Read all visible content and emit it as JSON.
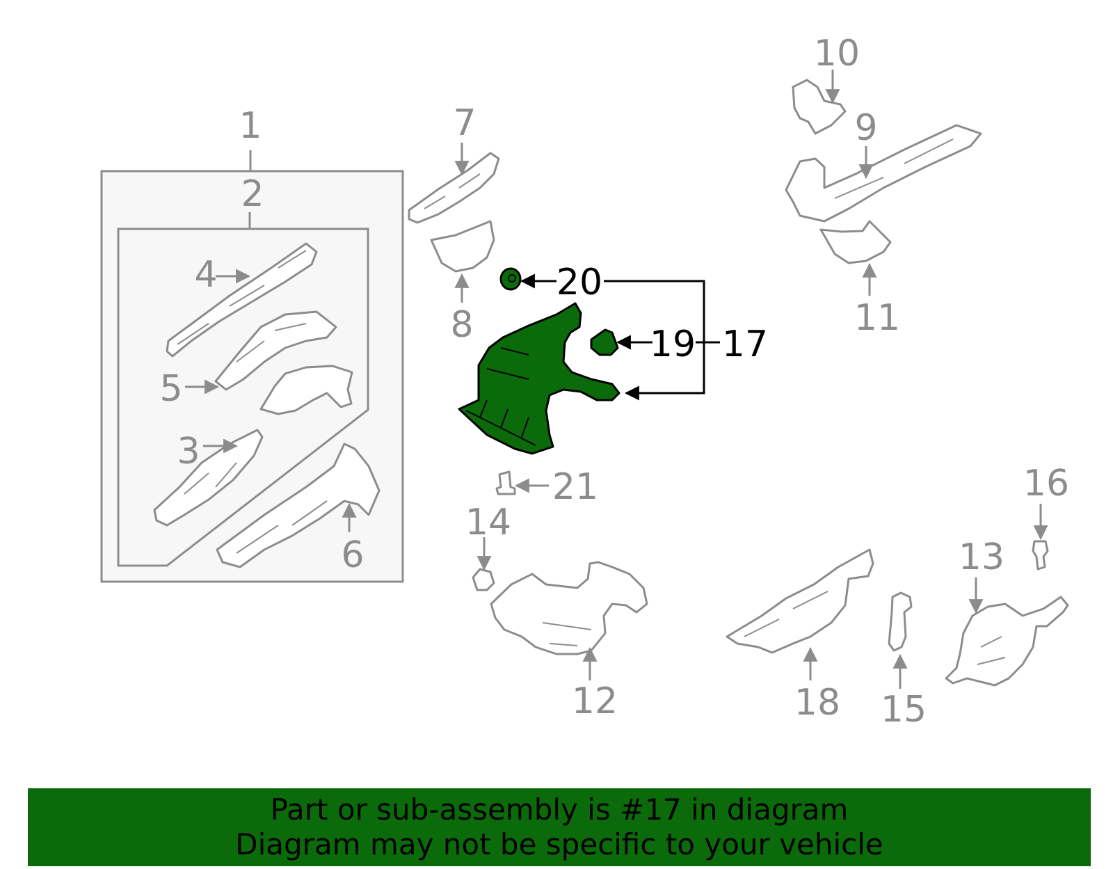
{
  "callouts": {
    "c1": "1",
    "c2": "2",
    "c3": "3",
    "c4": "4",
    "c5": "5",
    "c6": "6",
    "c7": "7",
    "c8": "8",
    "c9": "9",
    "c10": "10",
    "c11": "11",
    "c12": "12",
    "c13": "13",
    "c14": "14",
    "c15": "15",
    "c16": "16",
    "c17": "17",
    "c18": "18",
    "c19": "19",
    "c20": "20",
    "c21": "21"
  },
  "highlight": {
    "part_number": "17",
    "color": "#0b6b0b"
  },
  "banner": {
    "line1": "Part or sub-assembly is #17 in diagram",
    "line2": "Diagram may not be specific to your vehicle"
  }
}
